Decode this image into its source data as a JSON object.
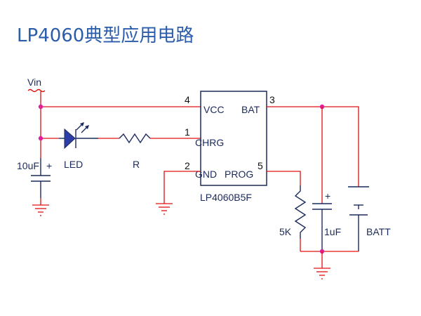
{
  "title": "LP4060典型应用电路",
  "colors": {
    "title": "#2b5dab",
    "wire": "#e01010",
    "component": "#1b2a5c",
    "node": "#e0209a"
  },
  "ic": {
    "part": "LP4060B5F",
    "pins": [
      {
        "number": "4",
        "name": "VCC"
      },
      {
        "number": "1",
        "name": "CHRG"
      },
      {
        "number": "2",
        "name": "GND"
      },
      {
        "number": "3",
        "name": "BAT"
      },
      {
        "number": "5",
        "name": "PROG"
      }
    ]
  },
  "labels": {
    "vin": "Vin",
    "cap_in": "10uF",
    "cap_in_polarity": "+",
    "led": "LED",
    "resistor": "R",
    "prog_resistor": "5K",
    "cap_out": "1uF",
    "cap_out_polarity": "+",
    "battery": "BATT"
  }
}
